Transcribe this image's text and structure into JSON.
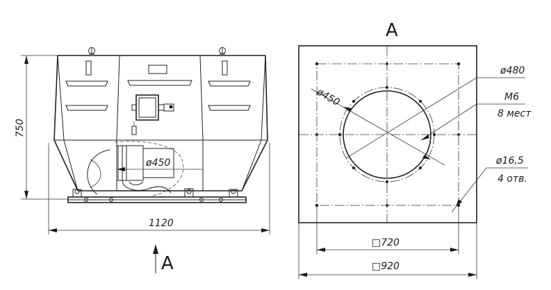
{
  "side_view": {
    "height_label": "750",
    "width_label": "1120",
    "pipe_label": "ø450",
    "view_arrow_label": "A"
  },
  "plan_view": {
    "view_title": "A",
    "outer_circle_label": "ø480",
    "inner_circle_label": "ø450",
    "thread_label": "M6",
    "thread_count_label": "8 мест",
    "hole_label": "ø16,5",
    "hole_count_label": "4 отв.",
    "inner_square_label": "□720",
    "outer_square_label": "□920"
  }
}
